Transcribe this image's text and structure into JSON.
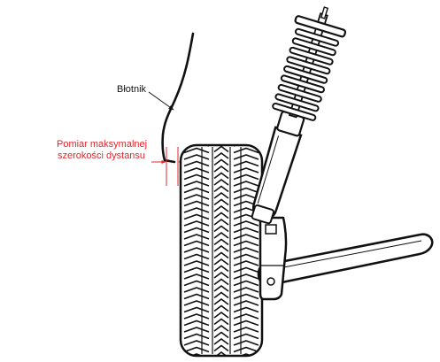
{
  "labels": {
    "fender": "Błotnik",
    "measure_line1": "Pomiar maksymalnej",
    "measure_line2": "szerokości dystansu"
  },
  "colors": {
    "annotation": "#e3252b",
    "outline": "#111111",
    "part_fill": "#ffffff"
  }
}
